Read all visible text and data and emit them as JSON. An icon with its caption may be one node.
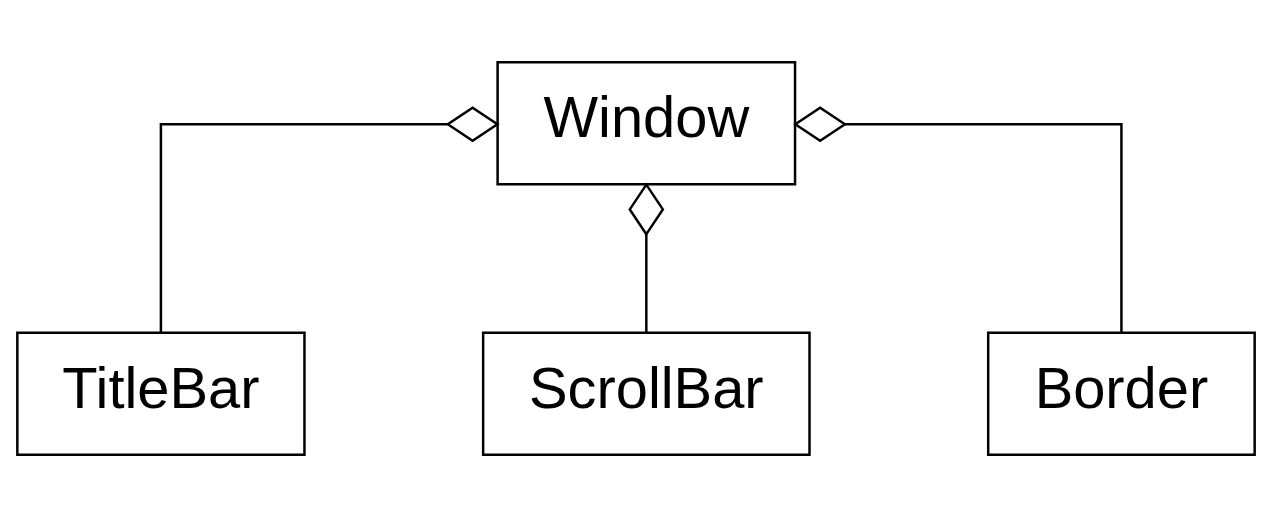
{
  "diagram": {
    "nodes": [
      {
        "text": [
          "Window"
        ]
      },
      {
        "text": [
          "TitleBar"
        ]
      },
      {
        "text": [
          "ScrollBar"
        ]
      },
      {
        "text": [
          "Border"
        ]
      }
    ],
    "edges": [
      {
        "from": 0,
        "to": 1,
        "arrow": "other"
      },
      {
        "from": 0,
        "to": 2,
        "arrow": "other"
      },
      {
        "from": 0,
        "to": 3,
        "arrow": "other"
      }
    ]
  }
}
